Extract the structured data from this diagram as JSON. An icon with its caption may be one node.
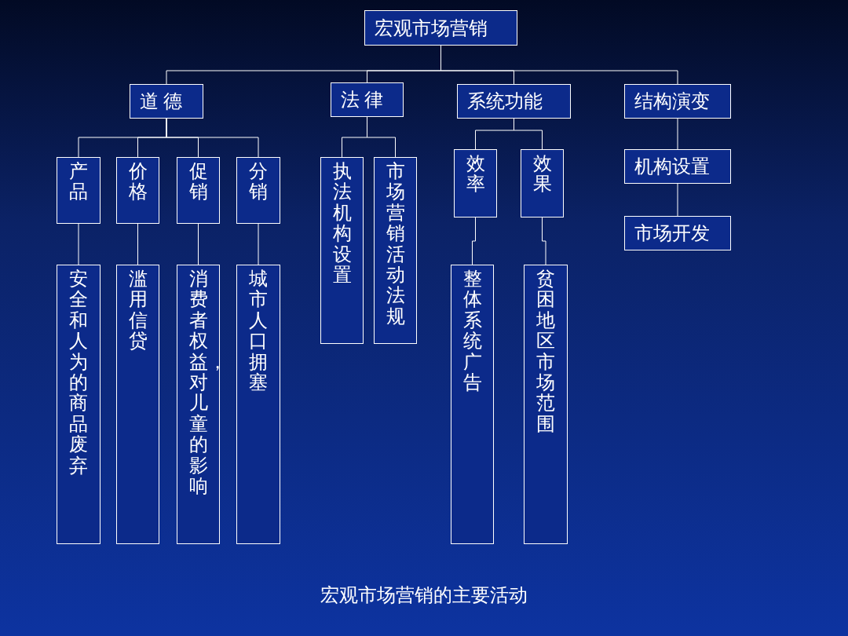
{
  "diagram": {
    "caption": "宏观市场营销的主要活动",
    "nodes": [
      {
        "text": [
          "宏观市场营销"
        ]
      },
      {
        "text": [
          "道 德"
        ]
      },
      {
        "text": [
          "法 律"
        ]
      },
      {
        "text": [
          "系统功能"
        ]
      },
      {
        "text": [
          "结构演变"
        ]
      },
      {
        "text": [
          "产品"
        ]
      },
      {
        "text": [
          "价格"
        ]
      },
      {
        "text": [
          "促销"
        ]
      },
      {
        "text": [
          "分销"
        ]
      },
      {
        "text": [
          "执法机构设置"
        ]
      },
      {
        "text": [
          "市场营销活动法规"
        ]
      },
      {
        "text": [
          "效率"
        ]
      },
      {
        "text": [
          "效果"
        ]
      },
      {
        "text": [
          "机构设置"
        ]
      },
      {
        "text": [
          "市场开发"
        ]
      },
      {
        "text": [
          "安全和人为的商品废弃"
        ]
      },
      {
        "text": [
          "滥用信贷"
        ]
      },
      {
        "text": [
          "消费者权益，对儿童的影响"
        ]
      },
      {
        "text": [
          "城市人口拥塞"
        ]
      },
      {
        "text": [
          "整体系统广告"
        ]
      },
      {
        "text": [
          "贫困地区市场范围"
        ]
      }
    ],
    "edges": [
      {
        "from": 0,
        "to": 1,
        "arrow": "none"
      },
      {
        "from": 0,
        "to": 2,
        "arrow": "none"
      },
      {
        "from": 0,
        "to": 3,
        "arrow": "none"
      },
      {
        "from": 0,
        "to": 4,
        "arrow": "none"
      },
      {
        "from": 1,
        "to": 5,
        "arrow": "none"
      },
      {
        "from": 1,
        "to": 6,
        "arrow": "none"
      },
      {
        "from": 1,
        "to": 7,
        "arrow": "none"
      },
      {
        "from": 1,
        "to": 8,
        "arrow": "none"
      },
      {
        "from": 2,
        "to": 9,
        "arrow": "none"
      },
      {
        "from": 2,
        "to": 10,
        "arrow": "none"
      },
      {
        "from": 3,
        "to": 11,
        "arrow": "none"
      },
      {
        "from": 3,
        "to": 12,
        "arrow": "none"
      },
      {
        "from": 4,
        "to": 13,
        "arrow": "none"
      },
      {
        "from": 13,
        "to": 14,
        "arrow": "none"
      },
      {
        "from": 5,
        "to": 15,
        "arrow": "none"
      },
      {
        "from": 6,
        "to": 16,
        "arrow": "none"
      },
      {
        "from": 7,
        "to": 17,
        "arrow": "none"
      },
      {
        "from": 8,
        "to": 18,
        "arrow": "none"
      },
      {
        "from": 11,
        "to": 19,
        "arrow": "none"
      },
      {
        "from": 12,
        "to": 20,
        "arrow": "none"
      }
    ]
  }
}
